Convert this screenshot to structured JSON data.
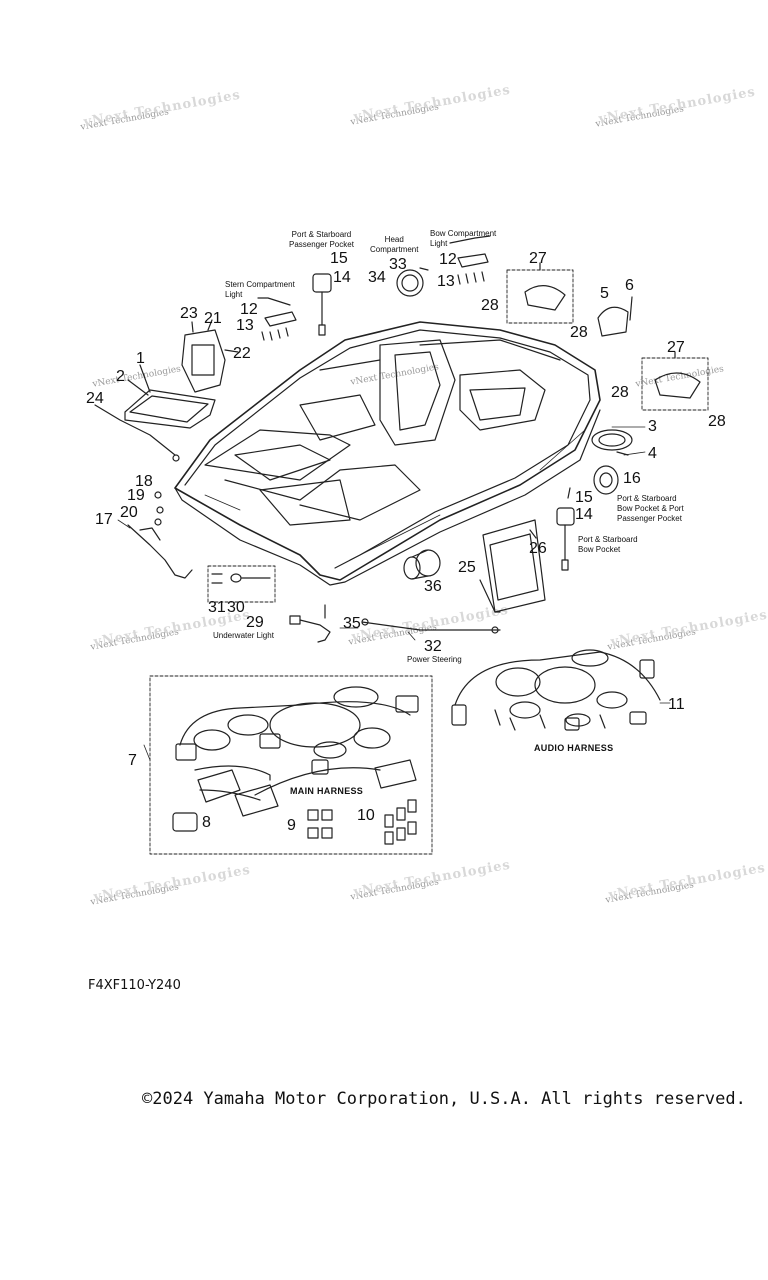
{
  "watermark": "vNext Technologies",
  "callouts": {
    "n1": "1",
    "n2": "2",
    "n3": "3",
    "n4": "4",
    "n5": "5",
    "n6": "6",
    "n7": "7",
    "n8": "8",
    "n9": "9",
    "n10": "10",
    "n11": "11",
    "n12a": "12",
    "n12b": "12",
    "n13a": "13",
    "n13b": "13",
    "n14a": "14",
    "n14b": "14",
    "n15a": "15",
    "n15b": "15",
    "n16": "16",
    "n17": "17",
    "n18": "18",
    "n19": "19",
    "n20": "20",
    "n21": "21",
    "n22": "22",
    "n23": "23",
    "n24": "24",
    "n25": "25",
    "n26": "26",
    "n27a": "27",
    "n27b": "27",
    "n28a": "28",
    "n28b": "28",
    "n28c": "28",
    "n28d": "28",
    "n29": "29",
    "n30": "30",
    "n31": "31",
    "n32": "32",
    "n33": "33",
    "n34": "34",
    "n35": "35",
    "n36": "36"
  },
  "captions": {
    "port_starboard_passenger_pocket_1": "Port & Starboard",
    "port_starboard_passenger_pocket_2": "Passenger Pocket",
    "head_compartment_1": "Head",
    "head_compartment_2": "Compartment",
    "bow_compartment_light_1": "Bow Compartment",
    "bow_compartment_light_2": "Light",
    "stern_compartment_light_1": "Stern Compartment",
    "stern_compartment_light_2": "Light",
    "bow_pocket_1": "Port & Starboard",
    "bow_pocket_2": "Bow Pocket & Port",
    "bow_pocket_3": "Passenger Pocket",
    "port_bow_pocket_1": "Port & Starboard",
    "port_bow_pocket_2": "Bow Pocket",
    "underwater_light": "Underwater Light",
    "power_steering": "Power Steering",
    "main_harness": "MAIN HARNESS",
    "audio_harness": "AUDIO HARNESS"
  },
  "diagram_code": "F4XF110-Y240",
  "copyright": "©2024 Yamaha Motor Corporation, U.S.A. All rights reserved."
}
